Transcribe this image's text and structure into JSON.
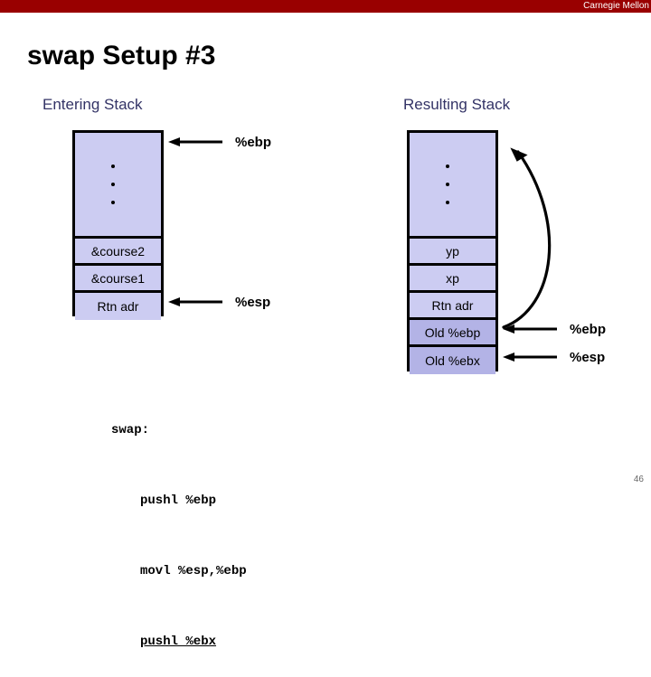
{
  "header": {
    "brand": "Carnegie Mellon",
    "bar_color": "#990000"
  },
  "slide": {
    "title": "swap Setup #3",
    "page_number": "46"
  },
  "columns": {
    "entering_label": "Entering Stack",
    "resulting_label": "Resulting Stack"
  },
  "entering_stack": {
    "cells": [
      {
        "label": "",
        "kind": "dots"
      },
      {
        "label": "&course2",
        "kind": "row"
      },
      {
        "label": "&course1",
        "kind": "row"
      },
      {
        "label": "Rtn adr",
        "kind": "row"
      }
    ],
    "pointers": [
      {
        "label": "%ebp",
        "target": "top-of-stack"
      },
      {
        "label": "%esp",
        "target": "rtn-adr"
      }
    ]
  },
  "resulting_stack": {
    "cells": [
      {
        "label": "",
        "kind": "dots"
      },
      {
        "label": "yp",
        "kind": "row"
      },
      {
        "label": "xp",
        "kind": "row"
      },
      {
        "label": "Rtn adr",
        "kind": "row"
      },
      {
        "label": "Old %ebp",
        "kind": "saved"
      },
      {
        "label": "Old %ebx",
        "kind": "saved"
      }
    ],
    "pointers": [
      {
        "label": "%ebp",
        "target": "old-ebp"
      },
      {
        "label": "%esp",
        "target": "old-ebx"
      }
    ],
    "curved_arrow_note": "saved frame pointer links Old %ebp back to caller frame top"
  },
  "code": {
    "lines": [
      {
        "text": "swap:",
        "indent": false,
        "underline": false
      },
      {
        "text": "pushl %ebp",
        "indent": true,
        "underline": false
      },
      {
        "text": "movl %esp,%ebp",
        "indent": true,
        "underline": false
      },
      {
        "text": "pushl %ebx",
        "indent": true,
        "underline": true
      }
    ]
  },
  "colors": {
    "cell_fill": "#ccccf2",
    "cell_fill_saved": "#b3b3e6",
    "heading": "#333366",
    "accent_red": "#990000"
  }
}
